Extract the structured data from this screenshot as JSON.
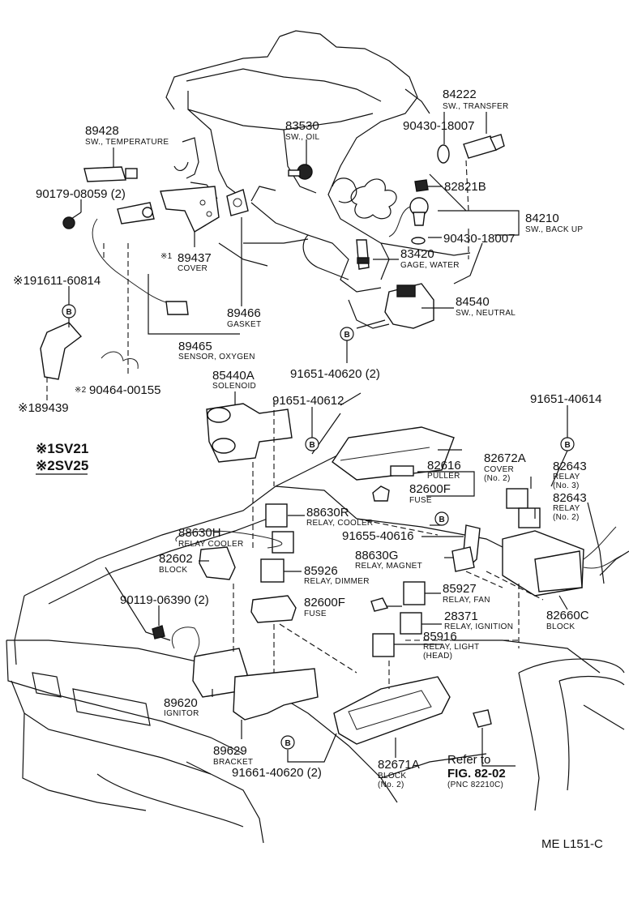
{
  "callouts": [
    {
      "id": "84222",
      "pn": "84222",
      "desc": "SW., TRANSFER"
    },
    {
      "id": "90430-18007a",
      "pn": "90430-18007",
      "desc": ""
    },
    {
      "id": "89428",
      "pn": "89428",
      "desc": "SW., TEMPERATURE"
    },
    {
      "id": "83530",
      "pn": "83530",
      "desc": "SW., OIL"
    },
    {
      "id": "82821B",
      "pn": "82821B",
      "desc": ""
    },
    {
      "id": "90179-08059",
      "pn": "90179-08059 (2)",
      "desc": ""
    },
    {
      "id": "84210",
      "pn": "84210",
      "desc": "SW., BACK UP"
    },
    {
      "id": "90430-18007b",
      "pn": "90430-18007",
      "desc": ""
    },
    {
      "id": "89437",
      "pn": "89437",
      "desc": "COVER"
    },
    {
      "id": "83420",
      "pn": "83420",
      "desc": "GAGE, WATER"
    },
    {
      "id": "191611-60814",
      "pn": "※191611-60814",
      "desc": ""
    },
    {
      "id": "89466",
      "pn": "89466",
      "desc": "GASKET"
    },
    {
      "id": "84540",
      "pn": "84540",
      "desc": "SW., NEUTRAL"
    },
    {
      "id": "89465",
      "pn": "89465",
      "desc": "SENSOR, OXYGEN"
    },
    {
      "id": "91651-40620",
      "pn": "91651-40620 (2)",
      "desc": ""
    },
    {
      "id": "90464-00155",
      "pn": "90464-00155",
      "desc": ""
    },
    {
      "id": "189439",
      "pn": "※189439",
      "desc": ""
    },
    {
      "id": "85440A",
      "pn": "85440A",
      "desc": "SOLENOID"
    },
    {
      "id": "91651-40612",
      "pn": "91651-40612",
      "desc": ""
    },
    {
      "id": "91651-40614",
      "pn": "91651-40614",
      "desc": ""
    },
    {
      "id": "82616",
      "pn": "82616",
      "desc": "PULLER"
    },
    {
      "id": "82672A",
      "pn": "82672A",
      "desc": "COVER"
    },
    {
      "id": "82643a",
      "pn": "82643",
      "desc": "RELAY"
    },
    {
      "id": "82600Fa",
      "pn": "82600F",
      "desc": "FUSE"
    },
    {
      "id": "82643b",
      "pn": "82643",
      "desc": "RELAY"
    },
    {
      "id": "88630R",
      "pn": "88630R",
      "desc": "RELAY, COOLER"
    },
    {
      "id": "91655-40616",
      "pn": "91655-40616",
      "desc": ""
    },
    {
      "id": "88630H",
      "pn": "88630H",
      "desc": "RELAY COOLER"
    },
    {
      "id": "88630G",
      "pn": "88630G",
      "desc": "RELAY, MAGNET"
    },
    {
      "id": "82602",
      "pn": "82602",
      "desc": "BLOCK"
    },
    {
      "id": "85926",
      "pn": "85926",
      "desc": "RELAY, DIMMER"
    },
    {
      "id": "85927",
      "pn": "85927",
      "desc": "RELAY, FAN"
    },
    {
      "id": "90119-06390",
      "pn": "90119-06390 (2)",
      "desc": ""
    },
    {
      "id": "82600Fb",
      "pn": "82600F",
      "desc": "FUSE"
    },
    {
      "id": "28371",
      "pn": "28371",
      "desc": "RELAY, IGNITION"
    },
    {
      "id": "82660C",
      "pn": "82660C",
      "desc": "BLOCK"
    },
    {
      "id": "85916",
      "pn": "85916",
      "desc": "RELAY, LIGHT"
    },
    {
      "id": "89620",
      "pn": "89620",
      "desc": "IGNITOR"
    },
    {
      "id": "89629",
      "pn": "89629",
      "desc": "BRACKET"
    },
    {
      "id": "91661-40620",
      "pn": "91661-40620 (2)",
      "desc": ""
    },
    {
      "id": "82671A",
      "pn": "82671A",
      "desc": "BLOCK"
    }
  ],
  "sub_notes": {
    "n82672A": "(No. 2)",
    "n82643a": "(No. 3)",
    "n82643b": "(No. 2)",
    "n85916": "(HEAD)",
    "n82671A": "(No. 2)"
  },
  "marks": {
    "star1": "※1",
    "star2": "※2",
    "circle_b": "B"
  },
  "legend": {
    "line1": "※1SV21",
    "line2": "※2SV25"
  },
  "refer": {
    "line1": "Refer to",
    "line2": "FIG. 82-02",
    "line3": "(PNC 82210C)"
  },
  "figure_code": "ME L151-C"
}
